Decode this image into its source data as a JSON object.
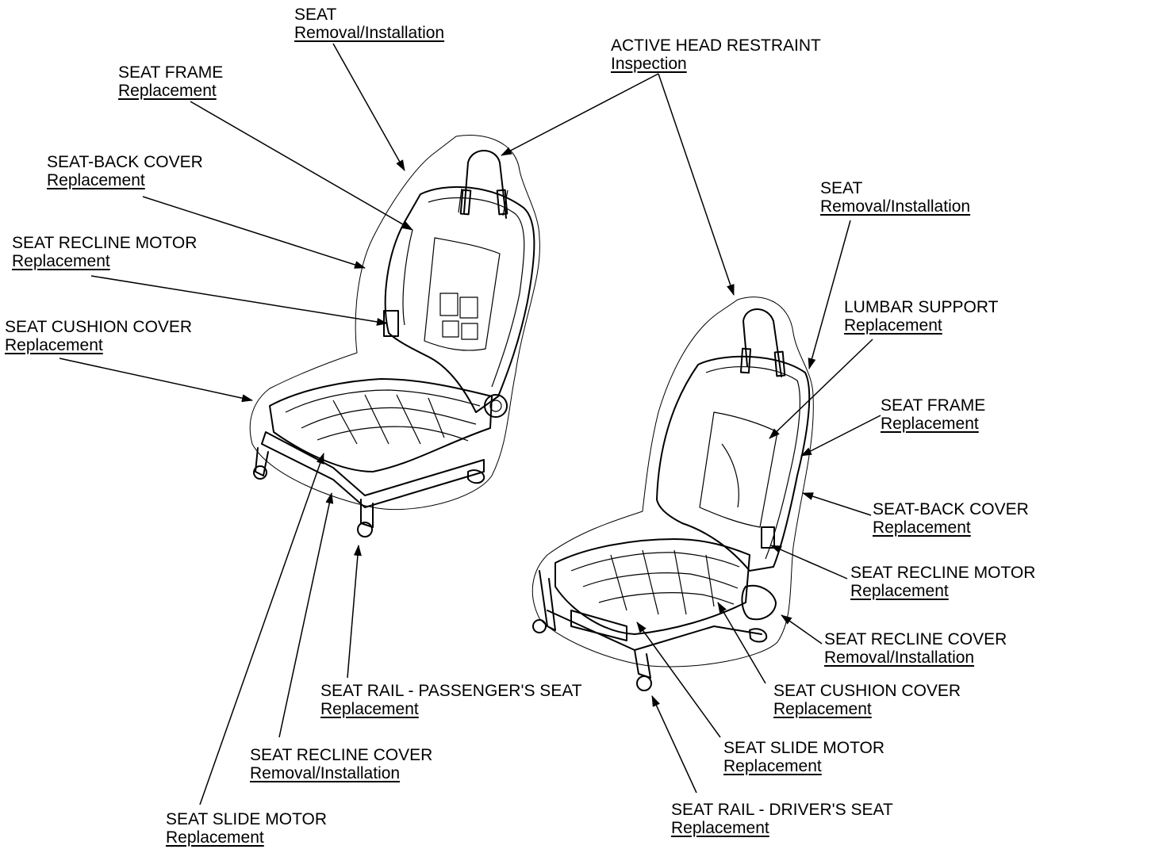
{
  "diagram": {
    "callouts": [
      {
        "id": "seat-left",
        "title": "SEAT",
        "link": "Removal/Installation"
      },
      {
        "id": "active-head-restraint",
        "title": "ACTIVE HEAD RESTRAINT",
        "link": "Inspection"
      },
      {
        "id": "seat-frame-left",
        "title": "SEAT FRAME",
        "link": "Replacement"
      },
      {
        "id": "seat-back-cover-left",
        "title": "SEAT-BACK COVER",
        "link": "Replacement"
      },
      {
        "id": "seat-recline-motor-left",
        "title": "SEAT RECLINE MOTOR",
        "link": "Replacement"
      },
      {
        "id": "seat-cushion-cover-left",
        "title": "SEAT CUSHION COVER",
        "link": "Replacement"
      },
      {
        "id": "seat-right",
        "title": "SEAT",
        "link": "Removal/Installation"
      },
      {
        "id": "lumbar-support",
        "title": "LUMBAR SUPPORT",
        "link": "Replacement"
      },
      {
        "id": "seat-frame-right",
        "title": "SEAT FRAME",
        "link": "Replacement"
      },
      {
        "id": "seat-back-cover-right",
        "title": "SEAT-BACK COVER",
        "link": "Replacement"
      },
      {
        "id": "seat-recline-motor-right",
        "title": "SEAT RECLINE MOTOR",
        "link": "Replacement"
      },
      {
        "id": "seat-recline-cover-right",
        "title": "SEAT RECLINE COVER",
        "link": "Removal/Installation"
      },
      {
        "id": "seat-cushion-cover-right",
        "title": "SEAT CUSHION COVER",
        "link": "Replacement"
      },
      {
        "id": "seat-rail-passenger",
        "title": "SEAT RAIL - PASSENGER'S SEAT",
        "link": "Replacement"
      },
      {
        "id": "seat-recline-cover-left",
        "title": "SEAT RECLINE COVER",
        "link": "Removal/Installation"
      },
      {
        "id": "seat-slide-motor-right",
        "title": "SEAT SLIDE MOTOR",
        "link": "Replacement"
      },
      {
        "id": "seat-slide-motor-left",
        "title": "SEAT SLIDE MOTOR",
        "link": "Replacement"
      },
      {
        "id": "seat-rail-driver",
        "title": "SEAT RAIL - DRIVER'S SEAT",
        "link": "Replacement"
      }
    ]
  }
}
